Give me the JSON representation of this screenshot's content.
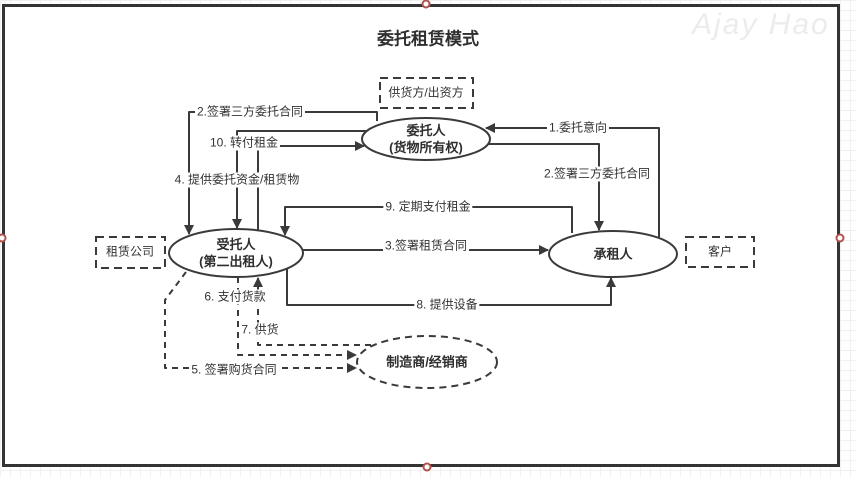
{
  "title": "委托租赁模式",
  "watermark": "Ajay Hao",
  "colors": {
    "line": "#3a3a3a",
    "frame_border": "#343434",
    "handle_ring": "#b0524e",
    "watermark_gray": "#ececec"
  },
  "nodes": {
    "supplier_funder_box": "供货方/出资方",
    "principal_line1": "委托人",
    "principal_line2": "(货物所有权)",
    "leasing_company_box": "租赁公司",
    "trustee_line1": "受托人",
    "trustee_line2": "(第二出租人)",
    "lessee": "承租人",
    "customer_box": "客户",
    "manufacturer": "制造商/经销商"
  },
  "edges": {
    "entrust_intent": "1.委托意向",
    "tripartite_left": "2.签署三方委托合同",
    "tripartite_right": "2.签署三方委托合同",
    "lease_contract": "3.签署租赁合同",
    "provide_funds": "4. 提供委托资金/租赁物",
    "purchase_contract": "5. 签署购货合同",
    "pay_goods": "6. 支付货款",
    "supply_goods": "7. 供货",
    "provide_equipment": "8. 提供设备",
    "periodic_rent": "9. 定期支付租金",
    "transfer_rent": "10. 转付租金"
  }
}
